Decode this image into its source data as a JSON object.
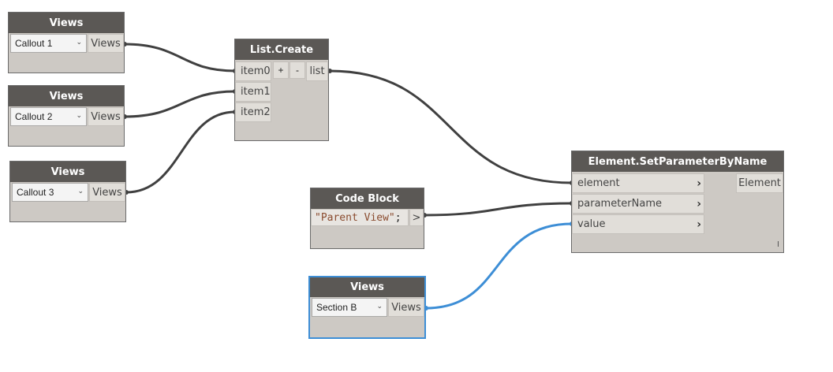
{
  "nodes": {
    "views1": {
      "title": "Views",
      "dropdown_value": "Callout 1",
      "output": "Views"
    },
    "views2": {
      "title": "Views",
      "dropdown_value": "Callout 2",
      "output": "Views"
    },
    "views3": {
      "title": "Views",
      "dropdown_value": "Callout 3",
      "output": "Views"
    },
    "list_create": {
      "title": "List.Create",
      "inputs": [
        "item0",
        "item1",
        "item2"
      ],
      "add_label": "+",
      "remove_label": "-",
      "output": "list"
    },
    "code_block": {
      "title": "Code Block",
      "code_string": "\"Parent View\"",
      "code_terminator": ";",
      "output": ">"
    },
    "set_param": {
      "title": "Element.SetParameterByName",
      "inputs": [
        "element",
        "parameterName",
        "value"
      ],
      "output": "Element"
    },
    "views4": {
      "title": "Views",
      "dropdown_value": "Section B",
      "output": "Views"
    }
  },
  "colors": {
    "wire": "#404040",
    "selected_wire": "#3d8ed6",
    "node_header": "#5b5855",
    "node_body": "#cdc9c4"
  },
  "icons": {
    "dropdown_arrow": "chevron-down-icon",
    "port_arrow": "chevron-right-icon"
  }
}
